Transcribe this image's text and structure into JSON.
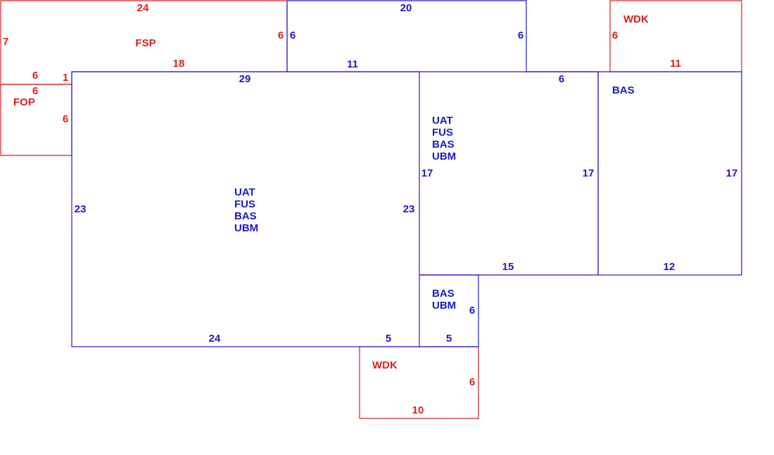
{
  "colors": {
    "red": "#dc1e1e",
    "blue": "#1a1ac8"
  },
  "regions": {
    "fsp": {
      "name": "FSP",
      "top": "24",
      "left": "7",
      "right": "6",
      "bottom": "18",
      "bottom_left": "6",
      "notch": "1"
    },
    "fop": {
      "name": "FOP",
      "top": "6",
      "right": "6"
    },
    "upper_middle": {
      "top": "20",
      "left": "6",
      "right": "6",
      "bottom_left": "11",
      "bottom_right": "6"
    },
    "main_room": {
      "lines": [
        "UAT",
        "FUS",
        "BAS",
        "UBM"
      ],
      "top": "29",
      "left": "23",
      "right": "23",
      "bottom": "24",
      "bottom_right": "5"
    },
    "middle_room": {
      "lines": [
        "UAT",
        "FUS",
        "BAS",
        "UBM"
      ],
      "left": "17",
      "right": "17",
      "bottom": "15"
    },
    "wdk_top": {
      "name": "WDK",
      "left": "6",
      "bottom": "11"
    },
    "bas_room": {
      "name": "BAS",
      "right": "17",
      "bottom": "12"
    },
    "small_room": {
      "lines": [
        "BAS",
        "UBM"
      ],
      "right": "6",
      "bottom": "5"
    },
    "wdk_bottom": {
      "name": "WDK",
      "right": "6",
      "bottom": "10"
    }
  }
}
